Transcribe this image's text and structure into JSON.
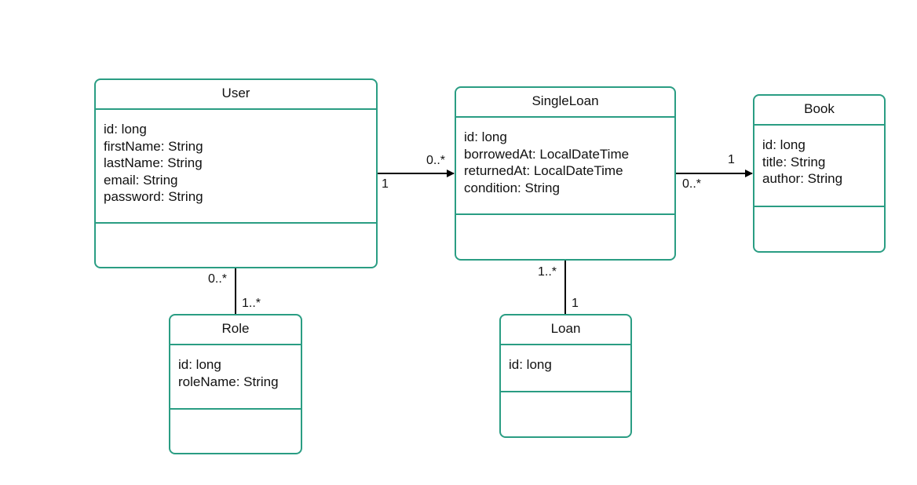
{
  "classes": {
    "user": {
      "name": "User",
      "attributes": [
        "id: long",
        "firstName: String",
        "lastName: String",
        "email: String",
        "password: String"
      ]
    },
    "singleloan": {
      "name": "SingleLoan",
      "attributes": [
        "id: long",
        "borrowedAt: LocalDateTime",
        "returnedAt: LocalDateTime",
        "condition: String"
      ]
    },
    "book": {
      "name": "Book",
      "attributes": [
        "id: long",
        "title: String",
        "author: String"
      ]
    },
    "role": {
      "name": "Role",
      "attributes": [
        "id: long",
        "roleName: String"
      ]
    },
    "loan": {
      "name": "Loan",
      "attributes": [
        "id: long"
      ]
    }
  },
  "associations": {
    "user_singleloan": {
      "source_mult": "1",
      "target_mult": "0..*",
      "directed": true
    },
    "singleloan_book": {
      "source_mult": "0..*",
      "target_mult": "1",
      "directed": true
    },
    "user_role": {
      "source_mult": "0..*",
      "target_mult": "1..*",
      "directed": false
    },
    "singleloan_loan": {
      "source_mult": "1..*",
      "target_mult": "1",
      "directed": false
    }
  },
  "colors": {
    "class_border": "#2a9d83",
    "connector": "#000000",
    "text": "#111111"
  }
}
